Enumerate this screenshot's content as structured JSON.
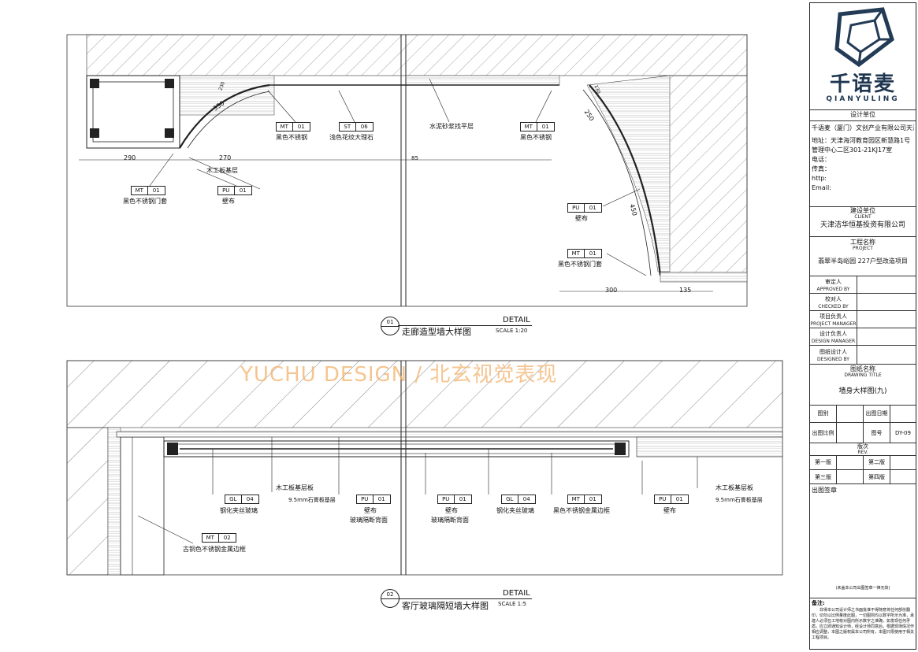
{
  "watermark": "YUCHU DESIGN / 北玄视觉表现",
  "detail1": {
    "number": "01",
    "title": "走廊造型墙大样图",
    "detail_label": "DETAIL",
    "scale": "SCALE 1:20",
    "dims": {
      "d290": "290",
      "d270": "270",
      "d85": "85",
      "d300": "300",
      "d135": "135",
      "d330": "330",
      "d250": "250",
      "d450": "450",
      "d230": "230",
      "d130": "130"
    },
    "tags": [
      {
        "code": "MT",
        "num": "01",
        "label": "黑色不锈钢"
      },
      {
        "code": "ST",
        "num": "06",
        "label": "浅色花纹大理石"
      },
      {
        "code": "MT",
        "num": "01",
        "label": "黑色不锈钢"
      },
      {
        "code": "MT",
        "num": "01",
        "label": "黑色不锈钢门套"
      },
      {
        "code": "PU",
        "num": "01",
        "label": "壁布"
      },
      {
        "code": "PU",
        "num": "01",
        "label": "壁布"
      },
      {
        "code": "MT",
        "num": "01",
        "label": "黑色不锈钢门套"
      }
    ],
    "notes": {
      "cement": "水泥砂浆找平层",
      "board": "木工板基层"
    }
  },
  "detail2": {
    "number": "02",
    "title": "客厅玻璃隔短墙大样图",
    "detail_label": "DETAIL",
    "scale": "SCALE 1:5",
    "tags": [
      {
        "code": "GL",
        "num": "04",
        "label": "钢化夹丝玻璃"
      },
      {
        "code": "PU",
        "num": "01",
        "label": "壁布",
        "label2": "玻璃隔断背面"
      },
      {
        "code": "PU",
        "num": "01",
        "label": "壁布",
        "label2": "玻璃隔断背面"
      },
      {
        "code": "GL",
        "num": "04",
        "label": "钢化夹丝玻璃"
      },
      {
        "code": "MT",
        "num": "01",
        "label": "黑色不锈钢金属边框"
      },
      {
        "code": "PU",
        "num": "01",
        "label": "壁布"
      },
      {
        "code": "MT",
        "num": "02",
        "label": "古铜色不锈钢金属边框"
      }
    ],
    "notes": {
      "board1": "木工板基层板",
      "gyp1": "9.5mm石膏板基层",
      "board2": "木工板基层板",
      "gyp2": "9.5mm石膏板基层"
    }
  },
  "title_block": {
    "brand_cn": "千语麦",
    "brand_en": "QIANYULING",
    "design_unit_label": "设计单位",
    "design_unit": "千语麦（厦门）文创产业有限公司天津分公司",
    "address": "地址：天津海河教育园区新慧路1号 管理中心二区301-21KJ17室",
    "phone": "电话：",
    "fax": "传真：",
    "http": "http:",
    "email": "Email:",
    "client_label": "建设单位",
    "client_label_en": "CLIENT",
    "client": "天津洁华恒基投资有限公司",
    "project_label": "工程名称",
    "project_label_en": "PROJECT",
    "project": "翡翠半岛峪园 227户型改造项目",
    "approvals": [
      {
        "cn": "审定人",
        "en": "APPROVED BY"
      },
      {
        "cn": "校对人",
        "en": "CHECKED BY"
      },
      {
        "cn": "项目负责人",
        "en": "PROJECT MANAGER"
      },
      {
        "cn": "设计负责人",
        "en": "DESIGN MANAGER"
      },
      {
        "cn": "图纸设计人",
        "en": "DESIGNED BY"
      }
    ],
    "drawing_title_label": "图纸名称",
    "drawing_title_label_en": "DRAWING TITLE",
    "drawing_title": "墙身大样图(九)",
    "drawing_no_label": "图别",
    "issue_date_label": "出图日期",
    "scale_label": "出图比例",
    "number_label": "图号",
    "number": "DY-09",
    "rev_label": "版次",
    "rev_label_en": "REV.",
    "rev1": "第一版",
    "rev2": "第二版",
    "rev3": "第三版",
    "rev4": "第四版",
    "stamp_label": "出图签章",
    "stamp_note": "(未盖本公司出图签章一律无效)",
    "remarks_label": "备注:",
    "remarks": "非得本公司设计师之书面批准不得随意将任何部份翻印，切勿以比例量度此图，一切图则均以数字所示为准，承建人必须在工地核对图内所示数字之准确，如发现任何矛盾，应立即通知设计师，经设计师同意后，根据现场情况作相应调整，本图之版权属本公司所有，本图只限使用于相关工程项目。"
  }
}
